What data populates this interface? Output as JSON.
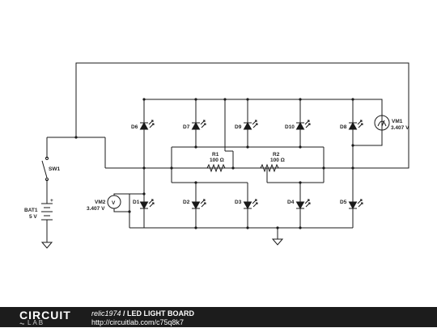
{
  "labels": {
    "d1": "D1",
    "d2": "D2",
    "d3": "D3",
    "d4": "D4",
    "d5": "D5",
    "d6": "D6",
    "d7": "D7",
    "d8": "D8",
    "d9": "D9",
    "d10": "D10",
    "r1": "R1",
    "r1_value": "100 Ω",
    "r2": "R2",
    "r2_value": "100 Ω",
    "sw1": "SW1",
    "bat1": "BAT1",
    "bat1_value": "5 V",
    "vm1": "VM1",
    "vm1_value": "3.407 V",
    "vm2": "VM2",
    "vm2_value": "3.407 V",
    "plus": "+"
  },
  "footer": {
    "logo_top": "CIRCUIT",
    "logo_bottom": "LAB",
    "username": "relic1974",
    "separator": " / ",
    "title": "LED LIGHT BOARD",
    "url": "http://circuitlab.com/c75q8k7"
  }
}
